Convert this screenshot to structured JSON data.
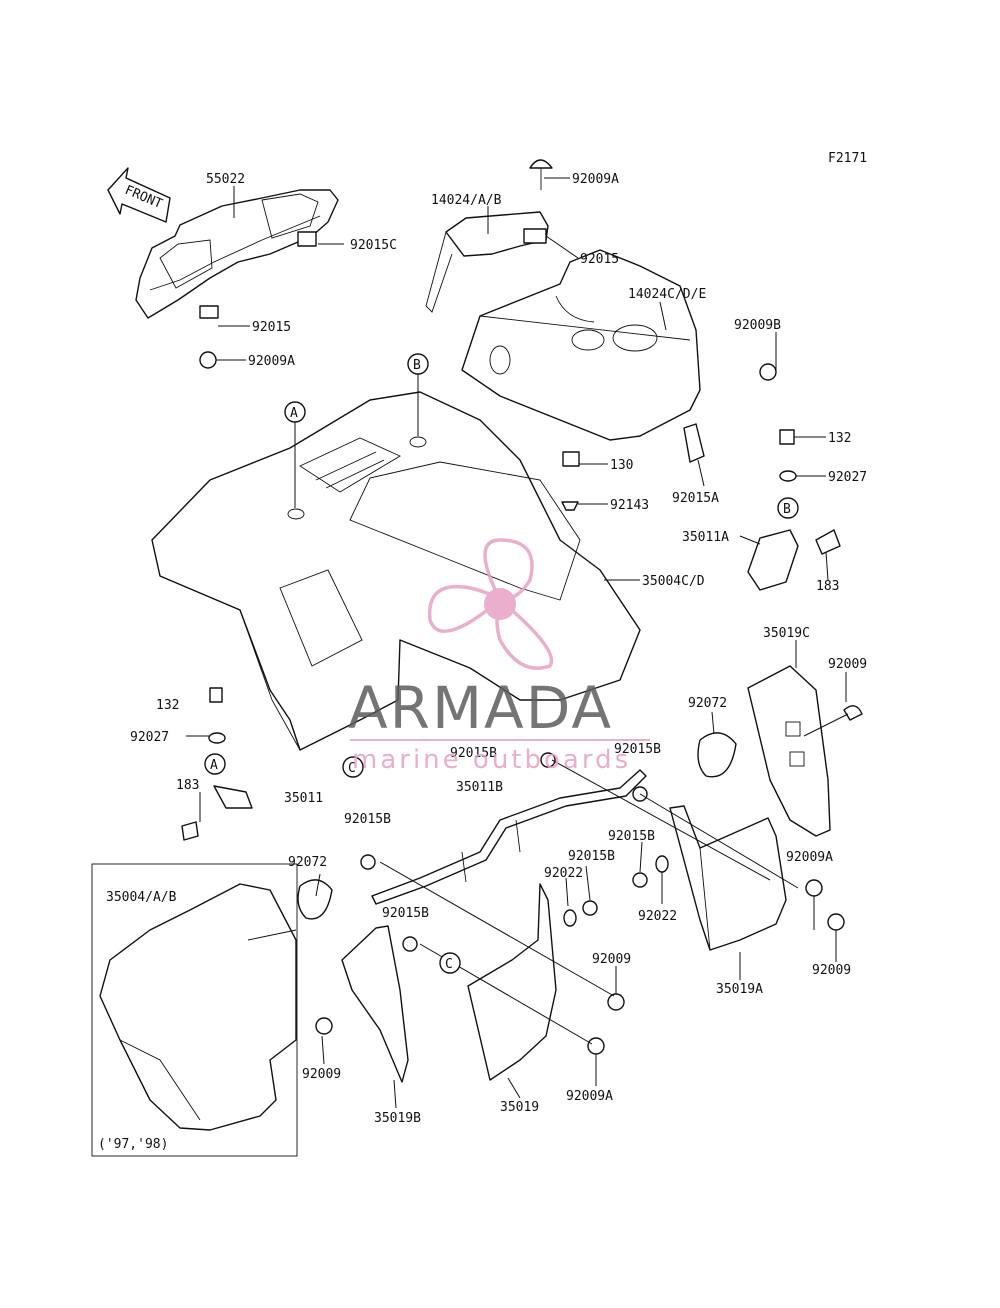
{
  "figure_code": "F2171",
  "front_label": "FRONT",
  "inset_note": "('97,'98)",
  "watermark": {
    "brand": "ARMADA",
    "tagline": "marine outboards",
    "brand_color": "#5c5c5c",
    "accent_color": "#e8a0c4"
  },
  "callouts": [
    "A",
    "B",
    "C"
  ],
  "parts": [
    "55022",
    "92015C",
    "92015",
    "92009A",
    "14024/A/B",
    "92009A",
    "92015",
    "14024C/D/E",
    "92009B",
    "132",
    "92027",
    "130",
    "92143",
    "92015A",
    "35011A",
    "183",
    "35004C/D",
    "35019C",
    "92009",
    "92072",
    "92015B",
    "92015B",
    "132",
    "92027",
    "183",
    "35011",
    "35011B",
    "92015B",
    "92015B",
    "92015B",
    "92009A",
    "92072",
    "92022",
    "92022",
    "35004/A/B",
    "92015B",
    "92009",
    "92009",
    "92009",
    "35019A",
    "92009",
    "35019B",
    "35019",
    "92009A"
  ]
}
